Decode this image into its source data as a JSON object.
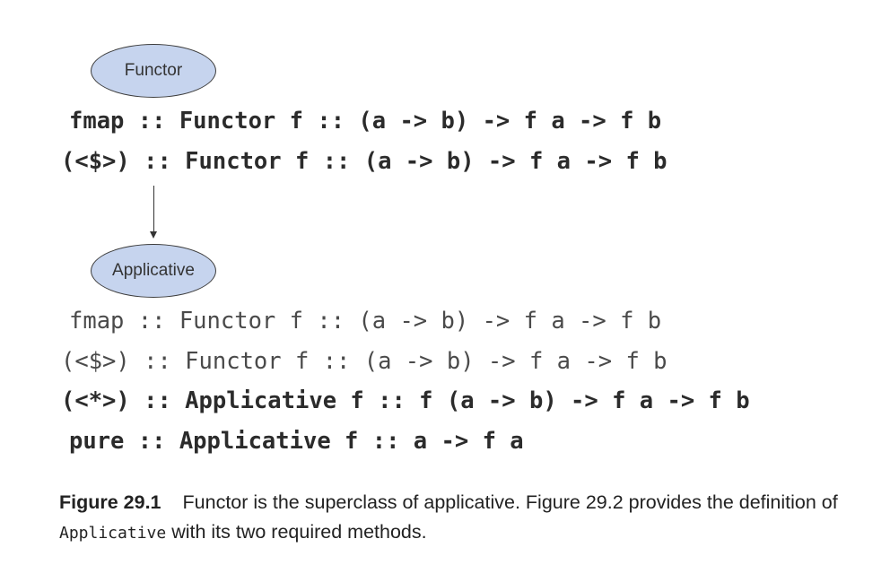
{
  "diagram": {
    "nodes": [
      {
        "id": "functor",
        "label": "Functor"
      },
      {
        "id": "applicative",
        "label": "Applicative"
      }
    ],
    "edges": [
      {
        "from": "functor",
        "to": "applicative"
      }
    ]
  },
  "signatures": {
    "functor": [
      {
        "text": "fmap :: Functor f :: (a -> b) -> f a -> f b",
        "bold": true
      },
      {
        "text": "(<$>) :: Functor f :: (a -> b) -> f a -> f b",
        "bold": true
      }
    ],
    "applicative": [
      {
        "text": "fmap :: Functor f :: (a -> b) -> f a -> f b",
        "bold": false
      },
      {
        "text": "(<$>) :: Functor f :: (a -> b) -> f a -> f b",
        "bold": false
      },
      {
        "text": "(<*>) :: Applicative f :: f (a -> b) -> f a -> f b",
        "bold": true
      },
      {
        "text": "pure :: Applicative f :: a -> f a",
        "bold": true
      }
    ]
  },
  "caption": {
    "figure_number": "Figure 29.1",
    "text_part1": "Functor is the superclass of applicative. Figure 29.2 provides the definition of ",
    "code_term": "Applicative",
    "text_part2": " with its two required methods."
  }
}
